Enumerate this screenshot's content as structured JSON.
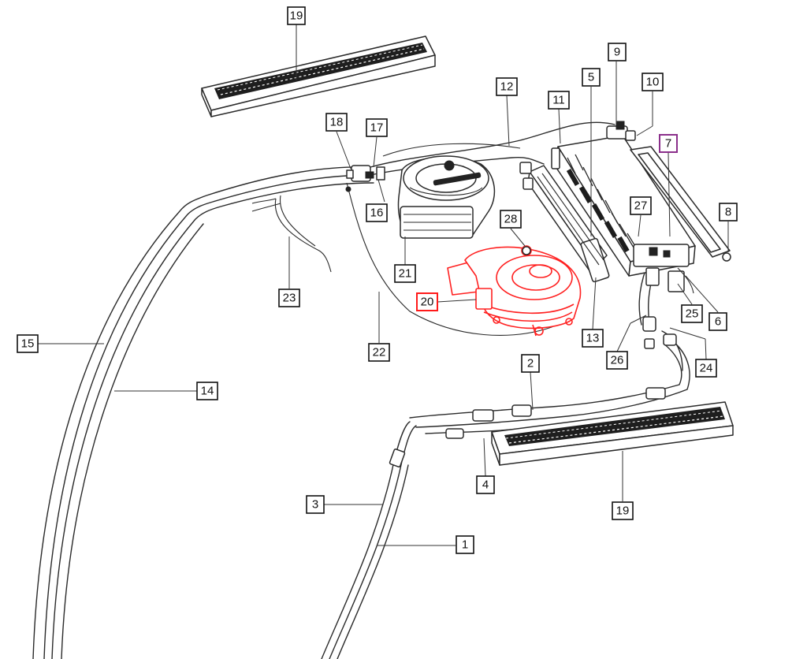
{
  "callouts": {
    "c1": "1",
    "c2": "2",
    "c3": "3",
    "c4": "4",
    "c5": "5",
    "c6": "6",
    "c7": "7",
    "c8": "8",
    "c9": "9",
    "c10": "10",
    "c11": "11",
    "c12": "12",
    "c13": "13",
    "c14": "14",
    "c15": "15",
    "c16": "16",
    "c17": "17",
    "c18": "18",
    "c19a": "19",
    "c19b": "19",
    "c20": "20",
    "c21": "21",
    "c22": "22",
    "c23": "23",
    "c24": "24",
    "c25": "25",
    "c26": "26",
    "c27": "27",
    "c28": "28"
  },
  "highlight": {
    "red": "#ff1a1a",
    "purple": "#8b2f8b"
  }
}
